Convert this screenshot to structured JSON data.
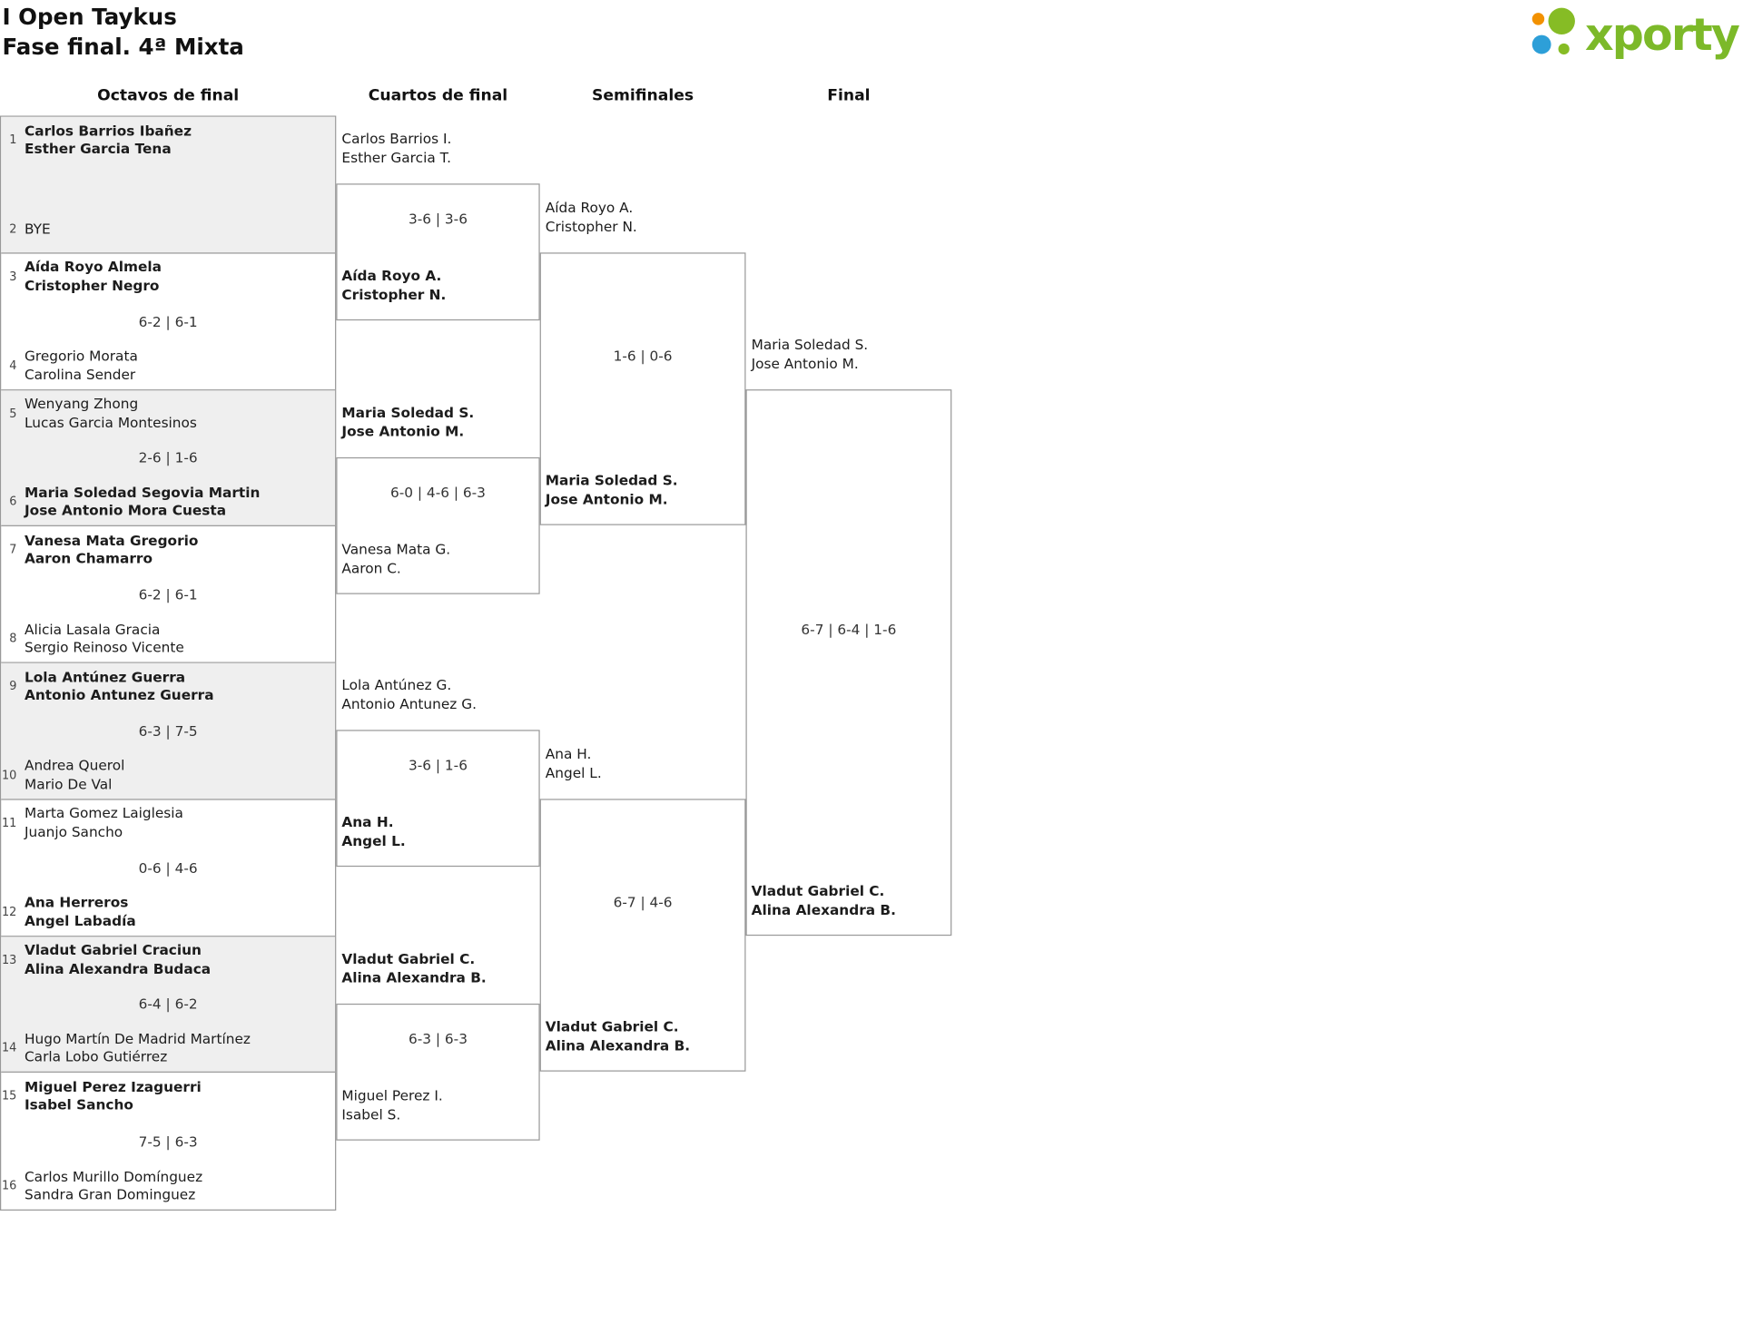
{
  "page": {
    "title": "I Open Taykus",
    "subtitle": "Fase final. 4ª Mixta"
  },
  "logo": {
    "text": "xporty",
    "colors": {
      "green": "#7cb929",
      "big_dot_green": "#86bc25",
      "blue": "#2d9fd8",
      "orange": "#f29100"
    }
  },
  "round_headers": [
    "Octavos de final",
    "Cuartos de final",
    "Semifinales",
    "Final"
  ],
  "r16": [
    {
      "teamA": {
        "seed": "1",
        "name1": "Carlos Barrios Ibañez",
        "name2": "Esther Garcia Tena",
        "winner": true
      },
      "teamB": {
        "seed": "2",
        "name1": "BYE",
        "name2": "",
        "winner": false
      },
      "score": ""
    },
    {
      "teamA": {
        "seed": "3",
        "name1": "Aída Royo Almela",
        "name2": "Cristopher Negro",
        "winner": true
      },
      "teamB": {
        "seed": "4",
        "name1": "Gregorio Morata",
        "name2": "Carolina Sender",
        "winner": false
      },
      "score": "6-2 | 6-1"
    },
    {
      "teamA": {
        "seed": "5",
        "name1": "Wenyang Zhong",
        "name2": "Lucas Garcia Montesinos",
        "winner": false
      },
      "teamB": {
        "seed": "6",
        "name1": "Maria Soledad Segovia Martin",
        "name2": "Jose Antonio Mora Cuesta",
        "winner": true
      },
      "score": "2-6 | 1-6"
    },
    {
      "teamA": {
        "seed": "7",
        "name1": "Vanesa Mata Gregorio",
        "name2": "Aaron Chamarro",
        "winner": true
      },
      "teamB": {
        "seed": "8",
        "name1": "Alicia Lasala Gracia",
        "name2": "Sergio Reinoso Vicente",
        "winner": false
      },
      "score": "6-2 | 6-1"
    },
    {
      "teamA": {
        "seed": "9",
        "name1": "Lola Antúnez Guerra",
        "name2": "Antonio Antunez Guerra",
        "winner": true
      },
      "teamB": {
        "seed": "10",
        "name1": "Andrea Querol",
        "name2": "Mario De Val",
        "winner": false
      },
      "score": "6-3 | 7-5"
    },
    {
      "teamA": {
        "seed": "11",
        "name1": "Marta Gomez Laiglesia",
        "name2": "Juanjo Sancho",
        "winner": false
      },
      "teamB": {
        "seed": "12",
        "name1": "Ana Herreros",
        "name2": "Angel Labadía",
        "winner": true
      },
      "score": "0-6 | 4-6"
    },
    {
      "teamA": {
        "seed": "13",
        "name1": "Vladut Gabriel Craciun",
        "name2": "Alina Alexandra Budaca",
        "winner": true
      },
      "teamB": {
        "seed": "14",
        "name1": "Hugo Martín De Madrid Martínez",
        "name2": "Carla Lobo Gutiérrez",
        "winner": false
      },
      "score": "6-4 | 6-2"
    },
    {
      "teamA": {
        "seed": "15",
        "name1": "Miguel Perez Izaguerri",
        "name2": "Isabel Sancho",
        "winner": true
      },
      "teamB": {
        "seed": "16",
        "name1": "Carlos Murillo Domínguez",
        "name2": "Sandra Gran Dominguez",
        "winner": false
      },
      "score": "7-5 | 6-3"
    }
  ],
  "qf": [
    {
      "top": {
        "name1": "Carlos Barrios I.",
        "name2": "Esther Garcia T.",
        "winner": false
      },
      "bottom": {
        "name1": "Aída Royo A.",
        "name2": "Cristopher N.",
        "winner": true
      },
      "score": "3-6 | 3-6"
    },
    {
      "top": {
        "name1": "Maria Soledad S.",
        "name2": "Jose Antonio M.",
        "winner": true
      },
      "bottom": {
        "name1": "Vanesa Mata G.",
        "name2": "Aaron C.",
        "winner": false
      },
      "score": "6-0 | 4-6 | 6-3"
    },
    {
      "top": {
        "name1": "Lola Antúnez G.",
        "name2": "Antonio Antunez G.",
        "winner": false
      },
      "bottom": {
        "name1": "Ana H.",
        "name2": "Angel L.",
        "winner": true
      },
      "score": "3-6 | 1-6"
    },
    {
      "top": {
        "name1": "Vladut Gabriel C.",
        "name2": "Alina Alexandra B.",
        "winner": true
      },
      "bottom": {
        "name1": "Miguel Perez I.",
        "name2": "Isabel S.",
        "winner": false
      },
      "score": "6-3 | 6-3"
    }
  ],
  "sf": [
    {
      "top": {
        "name1": "Aída Royo A.",
        "name2": "Cristopher N.",
        "winner": false
      },
      "bottom": {
        "name1": "Maria Soledad S.",
        "name2": "Jose Antonio M.",
        "winner": true
      },
      "score": "1-6 | 0-6"
    },
    {
      "top": {
        "name1": "Ana H.",
        "name2": "Angel L.",
        "winner": false
      },
      "bottom": {
        "name1": "Vladut Gabriel C.",
        "name2": "Alina Alexandra B.",
        "winner": true
      },
      "score": "6-7 | 4-6"
    }
  ],
  "final": {
    "top": {
      "name1": "Maria Soledad S.",
      "name2": "Jose Antonio M.",
      "winner": false
    },
    "bottom": {
      "name1": "Vladut Gabriel C.",
      "name2": "Alina Alexandra B.",
      "winner": true
    },
    "score": "6-7 | 6-4 | 1-6"
  }
}
